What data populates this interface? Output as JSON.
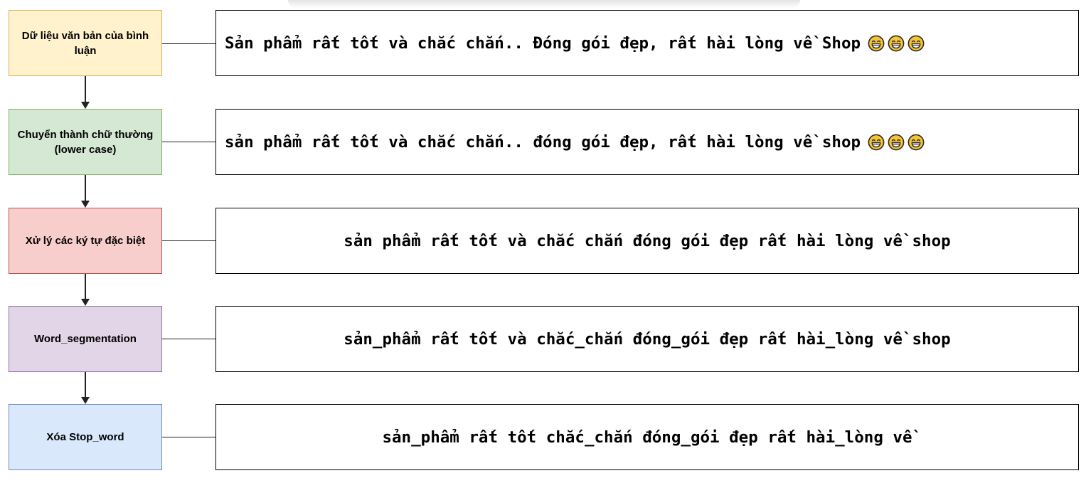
{
  "steps": [
    {
      "label": "Dữ liệu văn bản của bình luận",
      "text": "Sản phẩm rất tốt và chắc chắn.. Đóng gói đẹp, rất hài lòng về Shop",
      "emoji_count": 3,
      "fill": "#fff2cc",
      "border": "#d6b656"
    },
    {
      "label": "Chuyển thành chữ thường (lower case)",
      "text": "sản phẩm rất tốt và chắc chắn.. đóng gói đẹp, rất hài lòng về shop",
      "emoji_count": 3,
      "fill": "#d5e8d4",
      "border": "#82b366"
    },
    {
      "label": "Xử lý các ký tự đặc biệt",
      "text": "sản phẩm rất tốt và chắc chắn đóng gói đẹp rất hài lòng về shop",
      "emoji_count": 0,
      "fill": "#f8cecc",
      "border": "#b85450"
    },
    {
      "label": "Word_segmentation",
      "text": "sản_phẩm rất tốt và chắc_chắn đóng_gói đẹp rất hài_lòng về shop",
      "emoji_count": 0,
      "fill": "#e1d5e7",
      "border": "#9673a6"
    },
    {
      "label": "Xóa Stop_word",
      "text": "sản_phẩm rất tốt chắc_chắn đóng_gói đẹp rất hài_lòng về",
      "emoji_count": 0,
      "fill": "#dae8fc",
      "border": "#6c8ebf"
    }
  ],
  "emoji": {
    "icon": "grinning-face-emoji",
    "face_color": "#f7c531",
    "outline_color": "#2b2b2b"
  },
  "connector_color": "#222222"
}
